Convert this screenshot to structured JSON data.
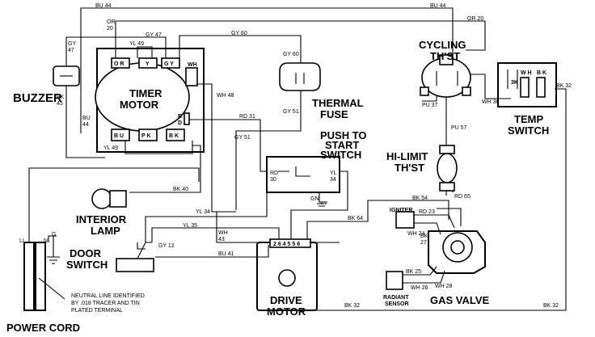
{
  "components": {
    "buzzer": "BUZZER",
    "timer_motor": [
      "TIMER",
      "MOTOR"
    ],
    "thermal_fuse": [
      "THERMAL",
      "FUSE"
    ],
    "push_to_start": [
      "PUSH TO",
      "START",
      "SWITCH"
    ],
    "cycling_thermostat": [
      "CYCLING",
      "TH'ST"
    ],
    "temp_switch": [
      "TEMP",
      "SWITCH"
    ],
    "hi_limit": [
      "HI-LIMIT",
      "TH'ST"
    ],
    "interior_lamp": [
      "INTERIOR",
      "LAMP"
    ],
    "door_switch": [
      "DOOR",
      "SWITCH"
    ],
    "drive_motor": [
      "DRIVE",
      "MOTOR"
    ],
    "gas_valve": "GAS VALVE",
    "power_cord": "POWER CORD",
    "igniter": "IGNITER",
    "radiant_sensor": [
      "RADIANT",
      "SENSOR"
    ]
  },
  "note": [
    "NEUTRAL LINE IDENTIFIED",
    "BY .018 TRACER AND TIN",
    "PLATED TERMINAL"
  ],
  "wire_labels": {
    "bu44_a": "BU 44",
    "bu44_b": "BU 44",
    "or20_a": [
      "OR",
      "20"
    ],
    "or20_b": "OR 20",
    "gy47_a": [
      "GY",
      "47"
    ],
    "gy47_b": "GY 47",
    "yl49_a": "YL 49",
    "yl49_b": "YL 49",
    "gy60_a": "GY 60",
    "gy60_b": "GY 60",
    "pk45": [
      "PK",
      "45"
    ],
    "bu44_c": [
      "BU",
      "44"
    ],
    "wh48": "WH 48",
    "rd31": "RD 31",
    "gy51_a": "GY 51",
    "gy51_b": "GY 51",
    "rd30": [
      "RD",
      "30"
    ],
    "yl34_a": [
      "YL",
      "34"
    ],
    "yl34_b": "YL 34",
    "gn": "GN",
    "bk40": "BK 40",
    "yl35": "YL 35",
    "wh43": [
      "WH",
      "43"
    ],
    "gy12": "GY 12",
    "bu41": "BU 41",
    "bk64": "BK 64",
    "bk54": "BK 54",
    "rd23": "RD 23",
    "wh24": "WH 24",
    "bk27": [
      "BK",
      "27"
    ],
    "bk25": "BK 25",
    "wh26": "WH 26",
    "wh28": "WH 28",
    "rd65": "RD 65",
    "pu57": "PU 57",
    "pu37": "PU 37",
    "wh36": "WH 36",
    "bk32_a": "BK 32",
    "bk32_b": "BK 32",
    "bk32_c": "BK 32",
    "g": "G",
    "li": "LI",
    "n": "N"
  },
  "terminals": {
    "timer_top": [
      "O R",
      "Y",
      "G Y"
    ],
    "timer_wh": "WH",
    "timer_bottom": [
      "B U",
      "P K",
      "B K"
    ],
    "timer_rd": [
      "R",
      "D"
    ],
    "temp": [
      "3K",
      "W H",
      "B K"
    ],
    "motor": "2 6 4 5  5 6"
  }
}
